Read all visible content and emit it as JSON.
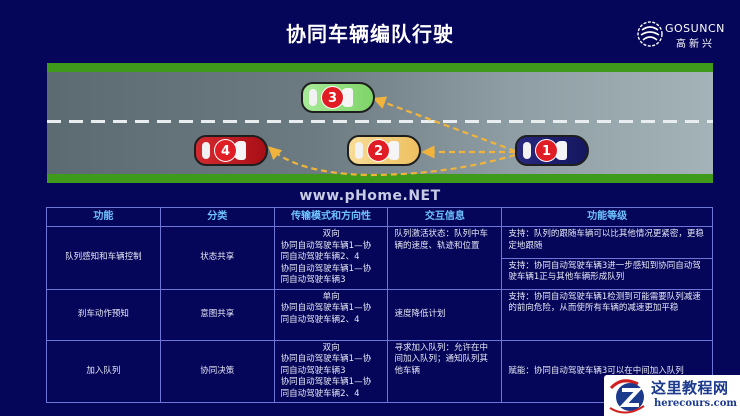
{
  "slide": {
    "title": "协同车辆编队行驶"
  },
  "logo": {
    "name_en": "GOSUNCN",
    "name_cn": "高新兴",
    "icon": "globe-logo-icon"
  },
  "diagram": {
    "road": {
      "verge_color": "#3f9a1c",
      "lane_divider": "dashed-white"
    },
    "cars": [
      {
        "id": "1",
        "label": "1",
        "color": "#1a1c6e",
        "lane": "bottom",
        "role": "lead"
      },
      {
        "id": "2",
        "label": "2",
        "color": "#f0c86c",
        "lane": "bottom"
      },
      {
        "id": "3",
        "label": "3",
        "color": "#8fe07a",
        "lane": "top"
      },
      {
        "id": "4",
        "label": "4",
        "color": "#c0141c",
        "lane": "bottom"
      }
    ],
    "links": [
      {
        "from": "1",
        "to": "2",
        "style": "dashed-arrow",
        "color": "#f0b43c"
      },
      {
        "from": "1",
        "to": "3",
        "style": "dashed-arrow",
        "color": "#f0b43c"
      },
      {
        "from": "1",
        "to": "4",
        "style": "dashed-arrow",
        "color": "#f0b43c"
      }
    ]
  },
  "watermark_top": "www.pHome.NET",
  "table": {
    "headers": [
      "功能",
      "分类",
      "传输模式和方向性",
      "交互信息",
      "功能等级"
    ],
    "rows": [
      {
        "function": "队列感知和车辆控制",
        "category": "状态共享",
        "transmission": [
          "双向",
          "协同自动驾驶车辆1—协",
          "同自动驾驶车辆2、4",
          "协同自动驾驶车辆1—协",
          "同自动驾驶车辆3"
        ],
        "interaction": "队列激活状态：队列中车辆的速度、轨迹和位置",
        "levels": [
          "支持：队列的跟随车辆可以比其他情况更紧密，更稳定地跟随",
          "支持：协同自动驾驶车辆3进一步感知到协同自动驾驶车辆1正与其他车辆形成队列"
        ]
      },
      {
        "function": "刹车动作预知",
        "category": "意图共享",
        "transmission": [
          "单向",
          "协同自动驾驶车辆1—协",
          "同自动驾驶车辆2、4"
        ],
        "interaction": "速度降低计划",
        "levels": [
          "支持：协同自动驾驶车辆1检测到可能需要队列减速的前向危险，从而使所有车辆的减速更加平稳"
        ]
      },
      {
        "function": "加入队列",
        "category": "协同决策",
        "transmission": [
          "双向",
          "协同自动驾驶车辆1—协",
          "同自动驾驶车辆3",
          "协同自动驾驶车辆1—协",
          "同自动驾驶车辆2、4"
        ],
        "interaction": "寻求加入队列：允许在中间加入队列；通知队列其他车辆",
        "levels": [
          "赋能：协同自动驾驶车辆3可以在中间加入队列"
        ]
      }
    ]
  },
  "corner_watermark": {
    "name_cn": "这里教程网",
    "domain": "herecours.com",
    "icon": "z-globe-icon"
  }
}
